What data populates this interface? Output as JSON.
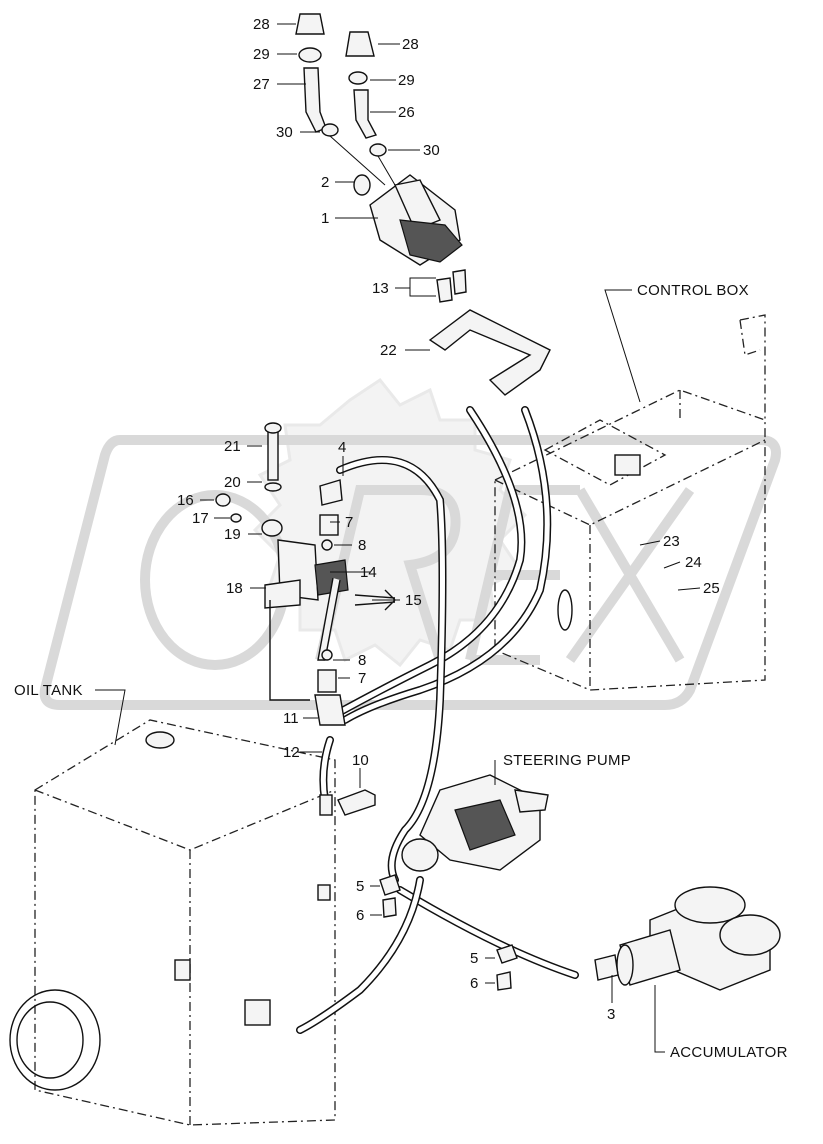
{
  "labels": {
    "l28a": "28",
    "l29a": "29",
    "l27": "27",
    "l30a": "30",
    "l28b": "28",
    "l29b": "29",
    "l26": "26",
    "l30b": "30",
    "l2": "2",
    "l1": "1",
    "l13": "13",
    "l22": "22",
    "l21": "21",
    "l20": "20",
    "l16": "16",
    "l17": "17",
    "l19": "19",
    "l18": "18",
    "l4": "4",
    "l7a": "7",
    "l8a": "8",
    "l14": "14",
    "l15": "15",
    "l8b": "8",
    "l7b": "7",
    "l11": "11",
    "l12": "12",
    "l10": "10",
    "l5a": "5",
    "l6a": "6",
    "l5b": "5",
    "l6b": "6",
    "l3": "3",
    "l23": "23",
    "l24": "24",
    "l25": "25"
  },
  "captions": {
    "control_box": "CONTROL BOX",
    "oil_tank": "OIL TANK",
    "steering_pump": "STEERING PUMP",
    "accumulator": "ACCUMULATOR"
  },
  "icons": {
    "watermark": "orex-gear-watermark"
  }
}
